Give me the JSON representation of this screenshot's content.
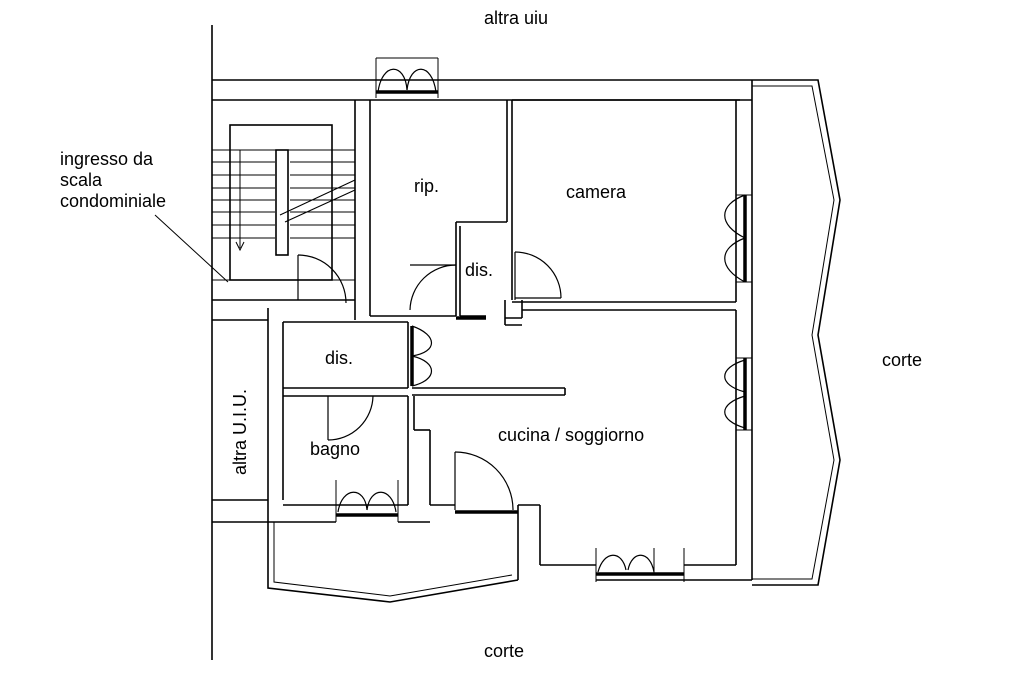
{
  "labels": {
    "top_neighbor": "altra uiu",
    "entrance_line1": "ingresso da",
    "entrance_line2": "scala",
    "entrance_line3": "condominiale",
    "storage": "rip.",
    "bedroom": "camera",
    "hall_upper": "dis.",
    "hall_lower": "dis.",
    "bathroom": "bagno",
    "kitchen_living": "cucina / soggiorno",
    "left_neighbor": "altra U.I.U.",
    "courtyard_right": "corte",
    "courtyard_bottom": "corte"
  },
  "colors": {
    "line": "#000000",
    "background": "#ffffff"
  }
}
